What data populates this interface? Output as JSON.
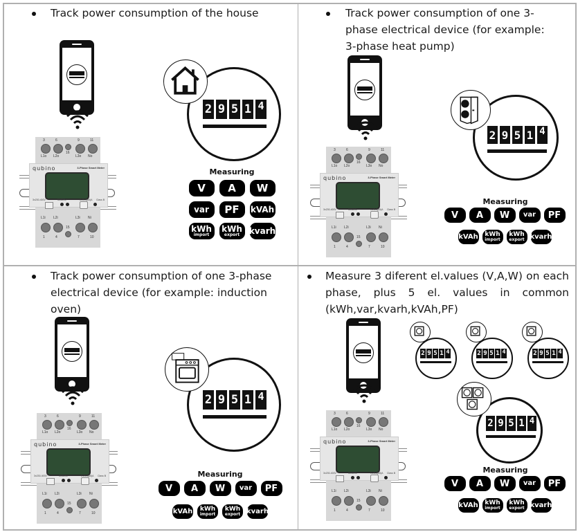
{
  "cells": [
    {
      "text": "Track power consumption of the house",
      "device_icon": "house-icon",
      "counter_digits": [
        "2",
        "9",
        "5",
        "1",
        "4"
      ],
      "measuring_title": "Measuring",
      "measures": [
        {
          "label": "V"
        },
        {
          "label": "A"
        },
        {
          "label": "W"
        },
        {
          "label": "var"
        },
        {
          "label": "PF"
        },
        {
          "label": "kVAh"
        },
        {
          "label": "kWh",
          "sub": "import"
        },
        {
          "label": "kWh",
          "sub": "export"
        },
        {
          "label": "kvarh"
        }
      ]
    },
    {
      "text": "Track power consumption of one 3-phase electrical device (for example: 3-phase heat pump)",
      "device_icon": "heat-pump-icon",
      "counter_digits": [
        "2",
        "9",
        "5",
        "1",
        "4"
      ],
      "measuring_title": "Measuring",
      "measures": [
        {
          "label": "V"
        },
        {
          "label": "A"
        },
        {
          "label": "W"
        },
        {
          "label": "var"
        },
        {
          "label": "PF"
        },
        {
          "label": "kVAh"
        },
        {
          "label": "kWh",
          "sub": "import"
        },
        {
          "label": "kWh",
          "sub": "export"
        },
        {
          "label": "kvarh"
        }
      ]
    },
    {
      "text": "Track power consumption of one 3-phase electrical device (for example: induction oven)",
      "device_icon": "induction-oven-icon",
      "counter_digits": [
        "2",
        "9",
        "5",
        "1",
        "4"
      ],
      "measuring_title": "Measuring",
      "measures": [
        {
          "label": "V"
        },
        {
          "label": "A"
        },
        {
          "label": "W"
        },
        {
          "label": "var"
        },
        {
          "label": "PF"
        },
        {
          "label": "kVAh"
        },
        {
          "label": "kWh",
          "sub": "import"
        },
        {
          "label": "kWh",
          "sub": "export"
        },
        {
          "label": "kvarh"
        }
      ]
    },
    {
      "text": "Measure 3 diferent el.values (V,A,W) on each phase, plus 5 el. values in common (kWh,var,kvarh,kVAh,PF)",
      "device_icon": "socket-icon",
      "counter_digits": [
        "2",
        "9",
        "5",
        "1",
        "4"
      ],
      "measuring_title": "Measuring",
      "measures": [
        {
          "label": "V"
        },
        {
          "label": "A"
        },
        {
          "label": "W"
        },
        {
          "label": "var"
        },
        {
          "label": "PF"
        },
        {
          "label": "kVAh"
        },
        {
          "label": "kWh",
          "sub": "import"
        },
        {
          "label": "kWh",
          "sub": "export"
        },
        {
          "label": "kvarh"
        }
      ]
    }
  ],
  "meter": {
    "brand": "qubino",
    "model": "3-Phase Smart Meter",
    "spec_left": "3x230-400V",
    "spec_mid": "50/60Hz",
    "spec_right": "0.25-5(65)A",
    "spec_class": "Class B",
    "top_terminals": [
      "3",
      "6",
      "9",
      "11"
    ],
    "top_labels": [
      "L1o",
      "L2o",
      "L3o",
      "No"
    ],
    "bottom_terminals": [
      "1",
      "4",
      "7",
      "10"
    ],
    "bottom_labels": [
      "L1i",
      "L2i",
      "L3i",
      "Ni"
    ],
    "aux_top": "16",
    "aux_bottom": "15"
  },
  "colors": {
    "lcd": "#2e4d33",
    "border": "#b0b0b0"
  }
}
